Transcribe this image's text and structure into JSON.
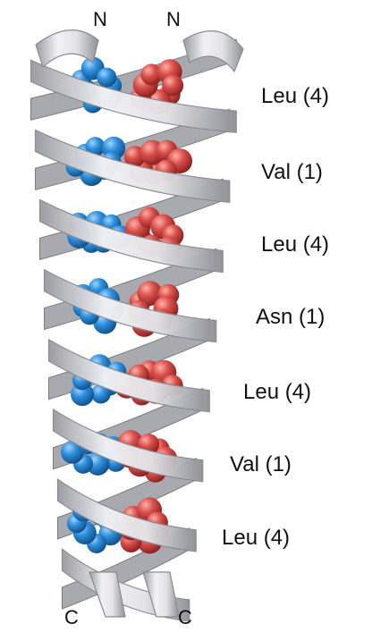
{
  "figure": {
    "termini": {
      "top_left": "N",
      "top_right": "N",
      "bottom_left": "C",
      "bottom_right": "C"
    },
    "residue_labels": [
      "Leu (4)",
      "Val (1)",
      "Leu (4)",
      "Asn (1)",
      "Leu (4)",
      "Val (1)",
      "Leu (4)"
    ],
    "colors": {
      "helix_ribbon": "#d9d9dc",
      "helix_shadow": "#8f9096",
      "left_helix_spheres": "#2f8fdc",
      "right_helix_spheres": "#d9504c"
    }
  }
}
